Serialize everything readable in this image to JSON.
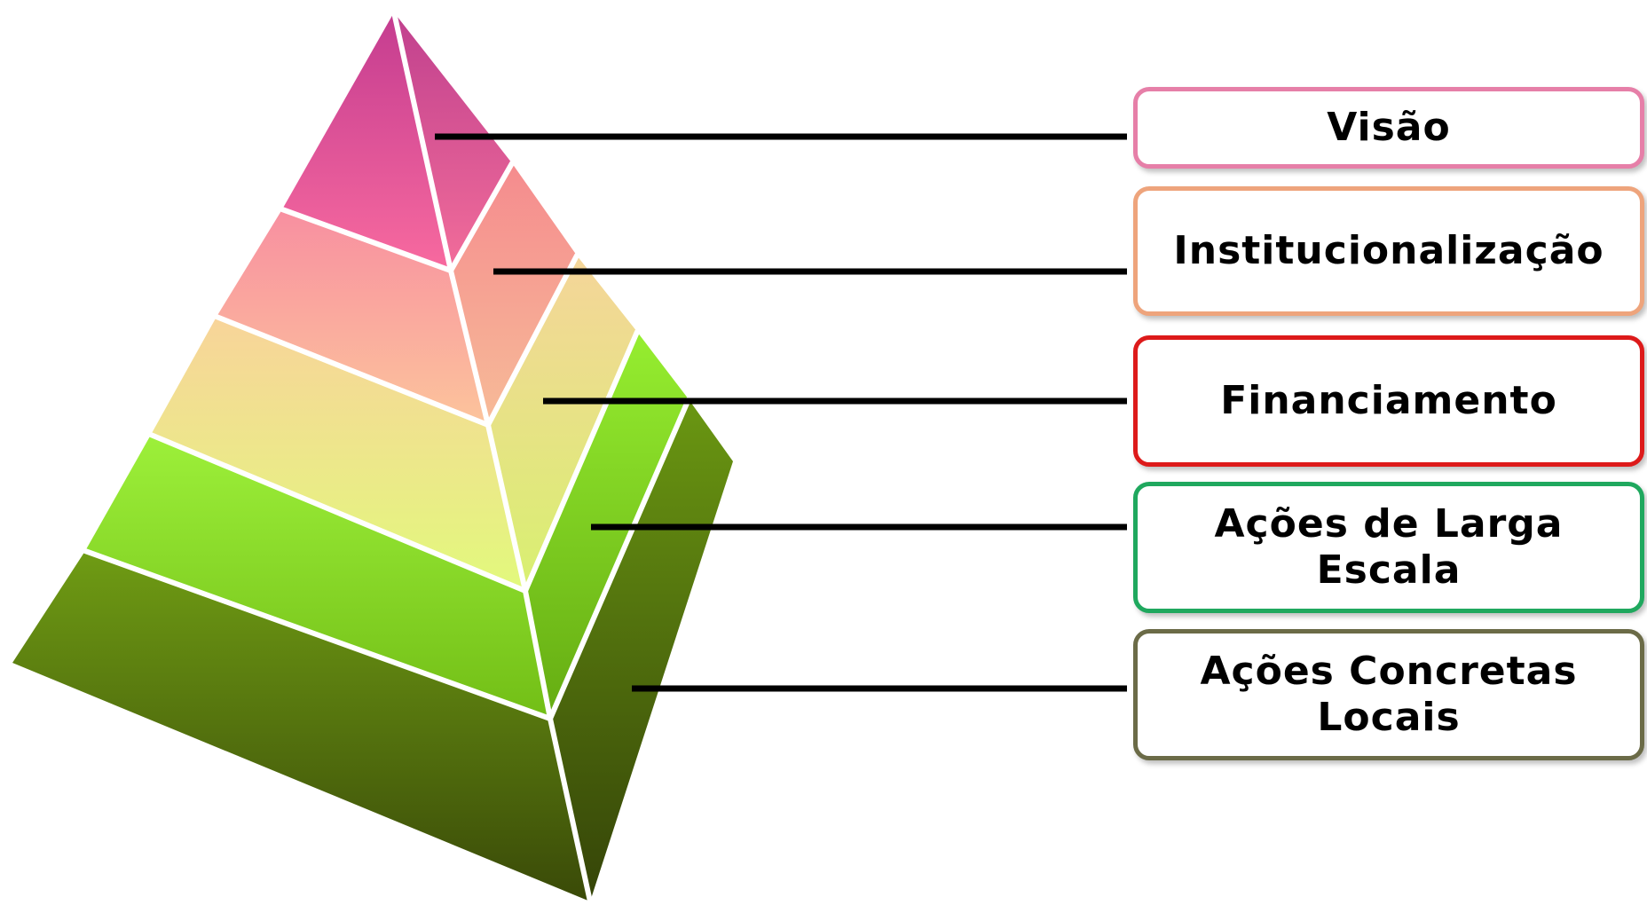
{
  "levels": [
    {
      "label": "Visão",
      "color": "#e67fa8"
    },
    {
      "label": "Institucionalização",
      "color": "#eea47c"
    },
    {
      "label": "Financiamento",
      "color": "#dd1a1a"
    },
    {
      "label": "Ações de Larga\nEscala",
      "color": "#1fa85e"
    },
    {
      "label": "Ações Concretas\nLocais",
      "color": "#6b6b47"
    }
  ]
}
